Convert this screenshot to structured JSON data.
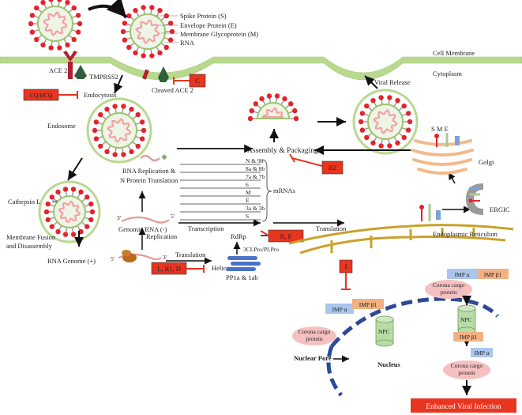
{
  "legend": {
    "spike": "Spike Protein (S)",
    "envelope": "Envelope Protein (E)",
    "membrane": "Membrane Glycoprotein (M)",
    "rna": "RNA"
  },
  "labels": {
    "cell_membrane": "Cell Membrane",
    "cytoplasm": "Cytoplasm",
    "ace2": "ACE 2",
    "tmprss2": "TMPRSS2",
    "cleaved_ace2": "Cleaved ACE 2",
    "endocytosis": "Endocytosis",
    "endosome": "Endosome",
    "viral_release": "Viral Release",
    "cathepsin": "Cathepsin L",
    "membrane_fusion_1": "Membrane Fusion",
    "membrane_fusion_2": "and Disassembly",
    "rna_genome": "RNA Genome (+)",
    "five_prime_a": "5'",
    "three_prime_a": "3'",
    "translation_a": "Translation",
    "genomic_rna": "Genomic RNA (-)",
    "three_prime_b": "3'",
    "five_prime_b": "5'",
    "replication": "Replication",
    "rna_replication_1": "RNA Replication &",
    "rna_replication_2": "N Protein Translation",
    "transcription": "Transcription",
    "assembly": "Assembly & Packaging",
    "mrnas": "mRNAs",
    "rdrp": "RdRp",
    "helicase": "Helicase",
    "pp1a": "PP1a & 1ab",
    "protease": "3CLPro/PLPro",
    "translation_b": "Translation",
    "golgi": "Golgi",
    "ergic": "ERGIC",
    "er": "Endoplasmic Reticulum",
    "sme": "S M E",
    "npc": "NPC",
    "nuclear_pore": "Nuclear Pore",
    "nucleus": "Nucleus",
    "imp_a": "IMP α",
    "imp_b1": "IMP β1",
    "cargo_1": "Corona cargo",
    "cargo_2": "protein",
    "enhanced": "Enhanced Viral Infection"
  },
  "mrna_list": [
    "N & 9b",
    "8a & 8b",
    "7a & 7b",
    "6",
    "M",
    "E",
    "3a & 3b",
    "S"
  ],
  "inhibitors": {
    "cq_hcq": "CQ/HCQ",
    "c": "C",
    "r2": "R2",
    "r_f": "R, F",
    "l_r1_d": "L, R1, D",
    "i": "I"
  },
  "colors": {
    "membrane": "#b9d98f",
    "virus_fill": "#eef5e6",
    "spike": "#e3242b",
    "spike_stem": "#9a9a9a",
    "rna": "#f2a2a2",
    "inhibitor": "#e8351f",
    "arrow": "#111111",
    "golgi": "#f4b98a",
    "er": "#c9a12b",
    "nucleus": "#2e4a96",
    "npc": "#b8dca5",
    "imp_a": "#a9c6ec",
    "imp_b": "#f2b183",
    "cargo": "#f5c0c0",
    "ace2": "#b21f2d",
    "tmprss2": "#2f5f3a"
  }
}
